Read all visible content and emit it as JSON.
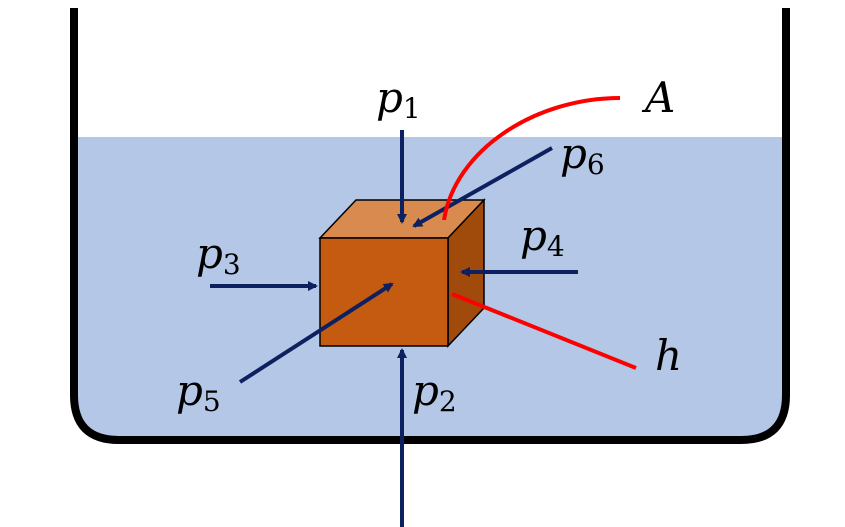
{
  "colors": {
    "water": "#b4c7e7",
    "container": "#000000",
    "cube_front": "#c55a11",
    "cube_top": "#d98a4e",
    "cube_side": "#a04a0c",
    "cube_edge": "#000000",
    "arrow": "#0d2160",
    "pointer": "#ff0000"
  },
  "labels": {
    "p1": {
      "base": "p",
      "sub": "1"
    },
    "p2": {
      "base": "p",
      "sub": "2"
    },
    "p3": {
      "base": "p",
      "sub": "3"
    },
    "p4": {
      "base": "p",
      "sub": "4"
    },
    "p5": {
      "base": "p",
      "sub": "5"
    },
    "p6": {
      "base": "p",
      "sub": "6"
    },
    "A": "A",
    "h": "h"
  }
}
